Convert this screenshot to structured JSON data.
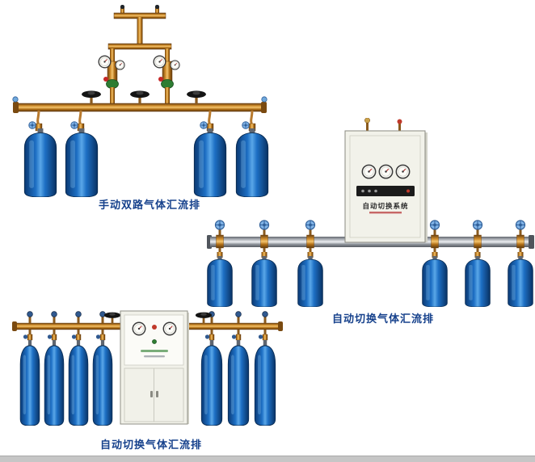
{
  "page": {
    "background_color": "#ffffff",
    "footer_strip_color": "#c6c6c6"
  },
  "products": [
    {
      "name": "manual-dual-gas-manifold",
      "caption": "手动双路气体汇流排",
      "cylinders_visible": 4
    },
    {
      "name": "auto-switch-gas-manifold",
      "caption": "自动切换气体汇流排",
      "cabinet_label": "自动切换系统",
      "cylinders_visible": 6
    },
    {
      "name": "auto-switch-gas-manifold-cabinet",
      "caption": "自动切换气体汇流排",
      "cylinders_visible": 7
    }
  ],
  "colors": {
    "caption_text": "#16418c",
    "cylinder_blue": "#1d6fc4",
    "brass_pipe": "#cf8c2a",
    "steel_pipe": "#b8bcc2",
    "regulator_green": "#2e7d32",
    "handwheel_blue": "#7fb2e5"
  }
}
